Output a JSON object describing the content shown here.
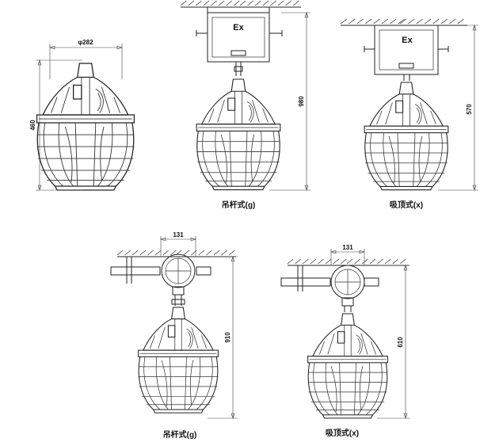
{
  "figure_top": {
    "fixture_1": {
      "width_dim": "φ282",
      "height_dim": "460"
    },
    "fixture_2": {
      "box_label": "Ex",
      "height_dim": "980",
      "caption": "吊杆式(g)"
    },
    "fixture_3": {
      "box_label": "Ex",
      "height_dim": "570",
      "caption": "吸顶式(x)"
    }
  },
  "figure_bottom": {
    "fixture_4": {
      "width_dim": "131",
      "height_dim": "910",
      "caption": "吊杆式(g)"
    },
    "fixture_5": {
      "width_dim": "131",
      "height_dim": "610",
      "caption": "吸顶式(x)"
    }
  }
}
